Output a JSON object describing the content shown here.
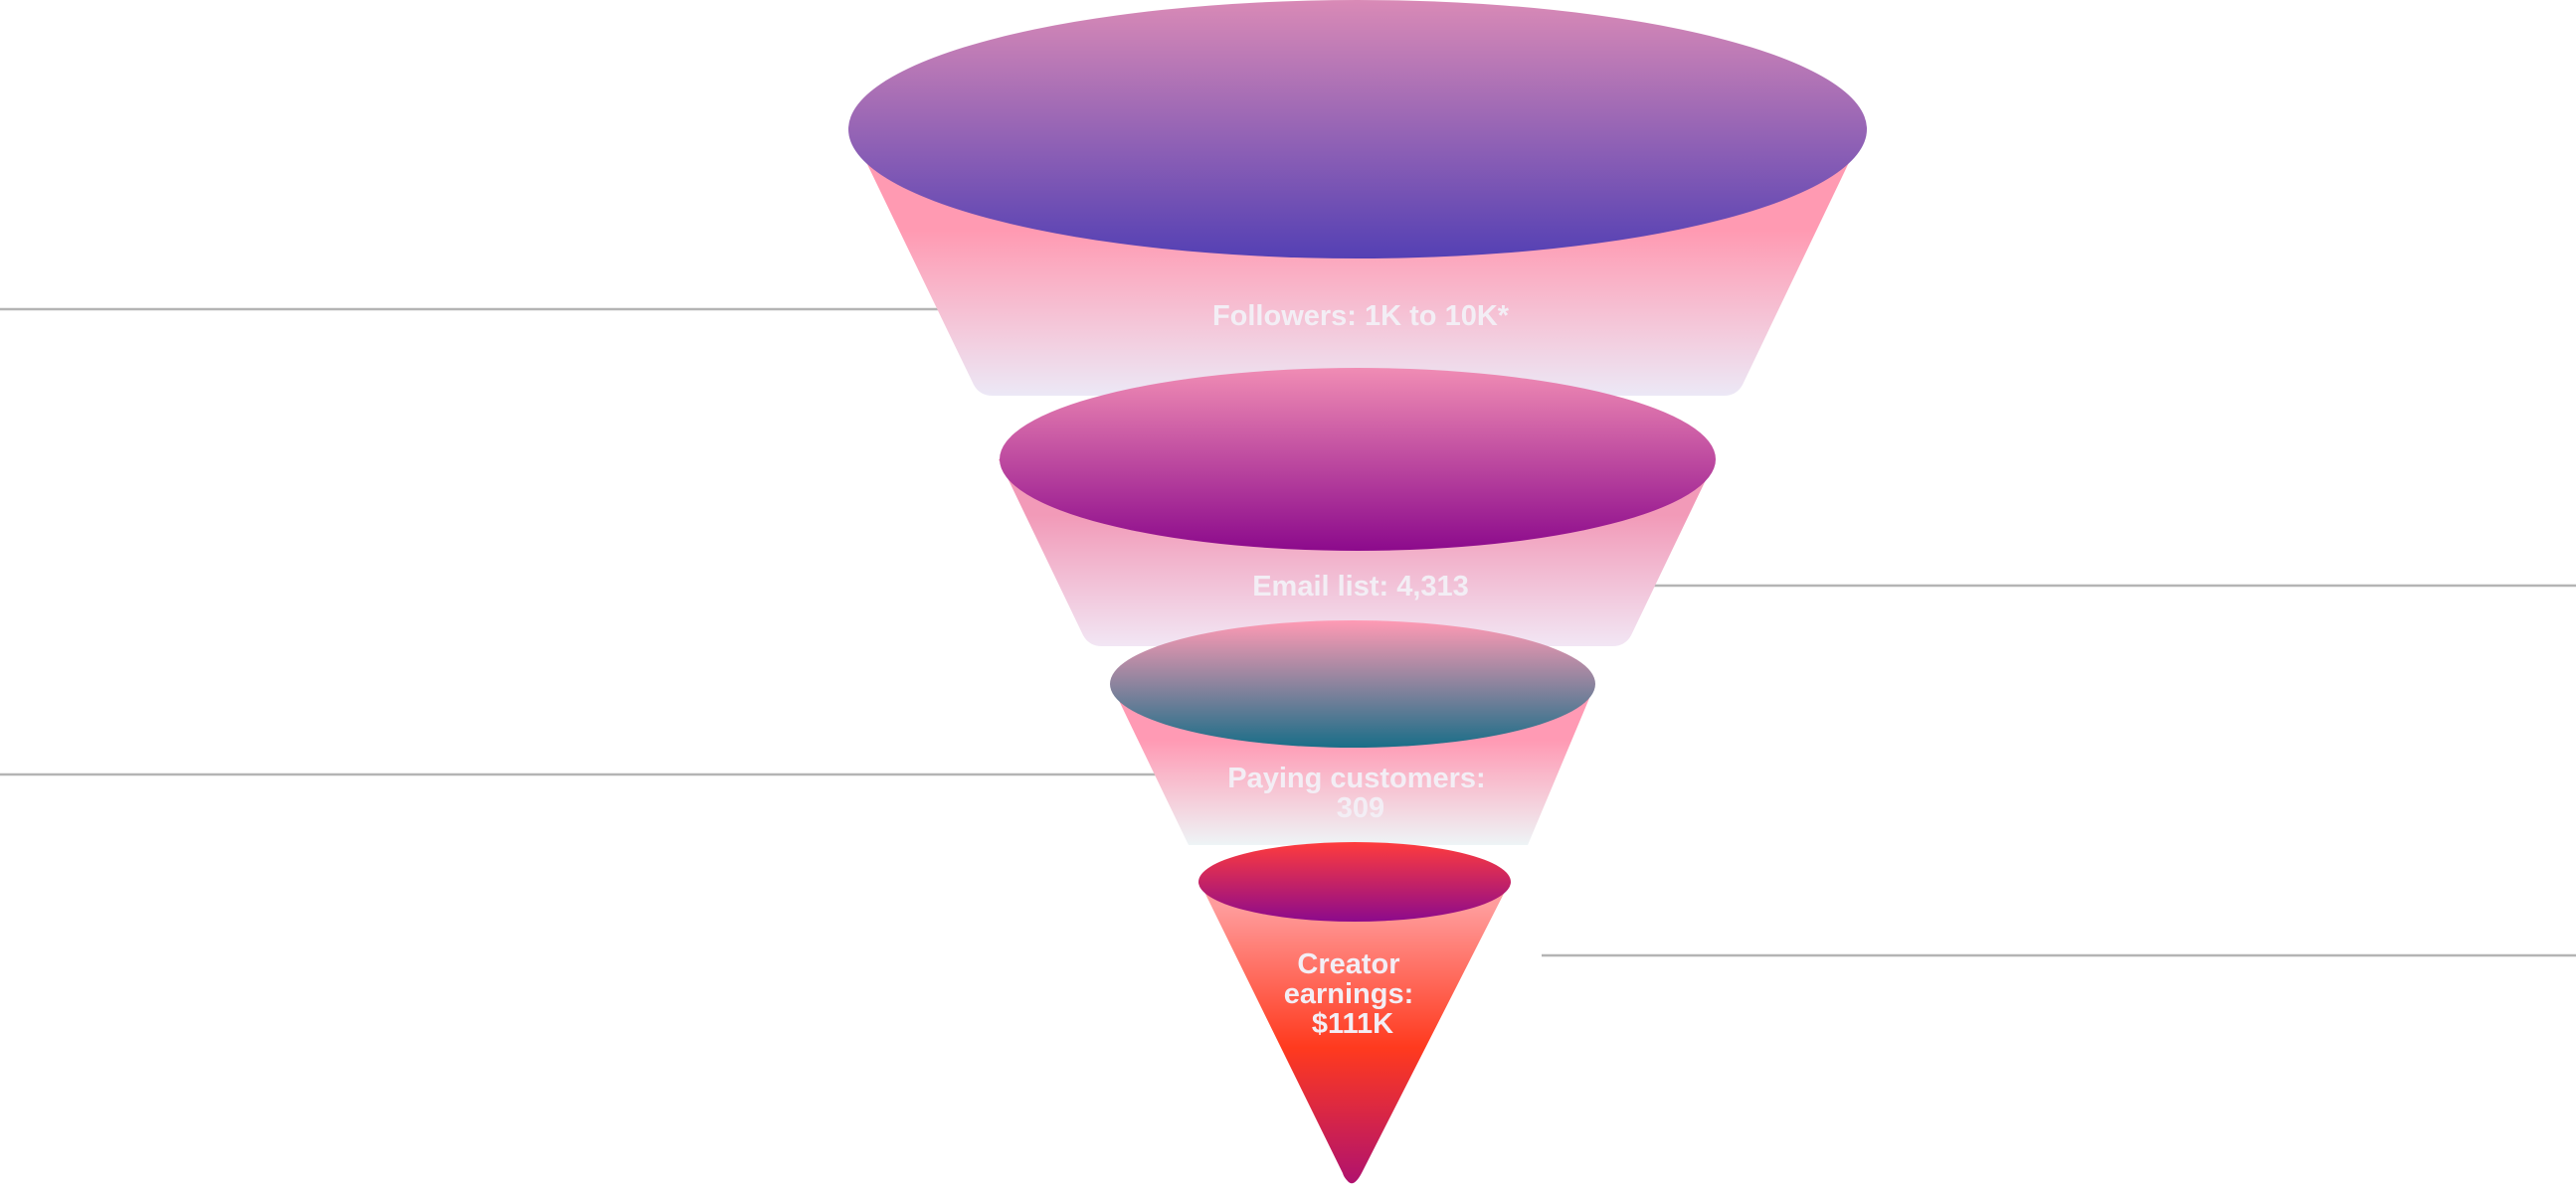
{
  "funnel": {
    "stages": [
      {
        "id": "followers",
        "label_lines": [
          "Followers: 1K to 10K*"
        ]
      },
      {
        "id": "email",
        "label_lines": [
          "Email list: 4,313"
        ]
      },
      {
        "id": "paying",
        "label_lines": [
          "Paying customers:",
          "309"
        ]
      },
      {
        "id": "earnings",
        "label_lines": [
          "Creator",
          "earnings:",
          "$111K"
        ]
      }
    ],
    "colors": {
      "label_text": "#f3eef5",
      "leader_line": "#b4b4b4",
      "followers_top": [
        "#d98ab6",
        "#5440b4"
      ],
      "followers_body": [
        "#ff9ab2",
        "#ece8f6"
      ],
      "email_top": [
        "#f08cb4",
        "#8c0a8c"
      ],
      "email_body": [
        "#f29ab8",
        "#f2e6f4"
      ],
      "paying_top": [
        "#ff9ab4",
        "#1a6e88"
      ],
      "paying_body": [
        "#ff9ab4",
        "#eef4f6"
      ],
      "earnings_top": [
        "#ff3c3c",
        "#8c0a8c"
      ],
      "earnings_body": [
        "#ff9c9c",
        "#ff3a1e",
        "#b0126e"
      ]
    }
  }
}
